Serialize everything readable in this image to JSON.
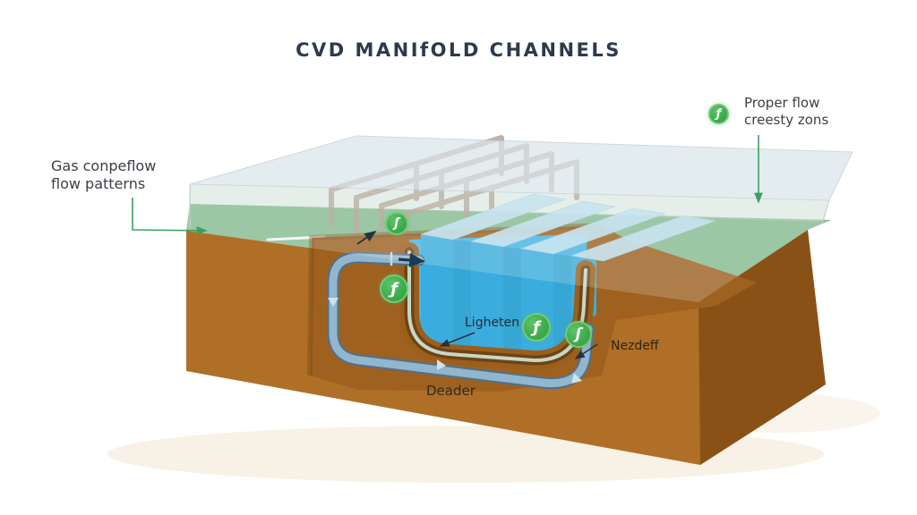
{
  "title": "CVD MANIfOLD CHANNELS",
  "labels": {
    "gas_flow": {
      "line1": "Gas conpeflow",
      "line2": "flow patterns"
    },
    "proper_flow": {
      "line1": "Proper flow",
      "line2": "creesty zons"
    },
    "channel_floor": "Ligheten",
    "channel_corner": "Nezdeff",
    "substrate": "Deader"
  },
  "badges": [
    {
      "name": "flow-badge-inlet",
      "glyph": "ʃ"
    },
    {
      "name": "flow-badge-trench",
      "glyph": "ƒ"
    },
    {
      "name": "flow-badge-floor-left",
      "glyph": "ƒ"
    },
    {
      "name": "flow-badge-floor-right",
      "glyph": "ʃ"
    },
    {
      "name": "proper-flow-badge",
      "glyph": "ƒ"
    }
  ],
  "colors": {
    "title_text": "#2c3a4c",
    "label_text": "#3b4046",
    "substrate_front": "#b06f26",
    "substrate_side": "#8a5117",
    "recess_brown": "#9e6120",
    "surface_green": "#7fb88b",
    "channel_blue": "#47b4e6",
    "fin_top": "#bfe0ee",
    "pipe_fill": "#93b6cf",
    "pipe_outline": "#4f718d",
    "glass": "#d9e5ea",
    "badge_green": "#3fac4d",
    "connector_green": "#3aa060"
  }
}
